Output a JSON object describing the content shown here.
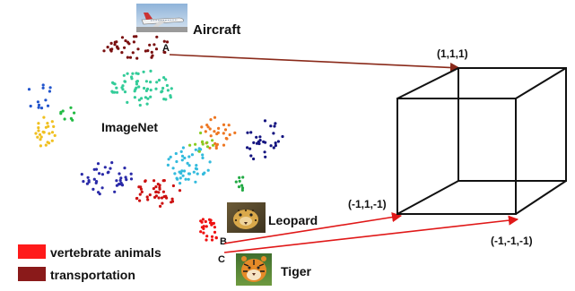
{
  "labels": {
    "aircraft": "Aircraft",
    "imagenet": "ImageNet",
    "leopard": "Leopard",
    "tiger": "Tiger",
    "point_a": "A",
    "point_b": "B",
    "point_c": "C",
    "vertex_top": "(1,1,1)",
    "vertex_left": "(-1,1,-1)",
    "vertex_bottom": "(-1,-1,-1)"
  },
  "legend": [
    {
      "label": "vertebrate animals",
      "color": "#ff1a1a"
    },
    {
      "label": "transportation",
      "color": "#8a1a1a"
    }
  ],
  "colors": {
    "arrow_transport": "#8a2a1a",
    "arrow_animal": "#e01818",
    "cube_stroke": "#111111"
  },
  "images": {
    "aircraft_thumbnail": "airplane-photo",
    "leopard_thumbnail": "leopard-photo",
    "tiger_thumbnail": "tiger-photo"
  }
}
